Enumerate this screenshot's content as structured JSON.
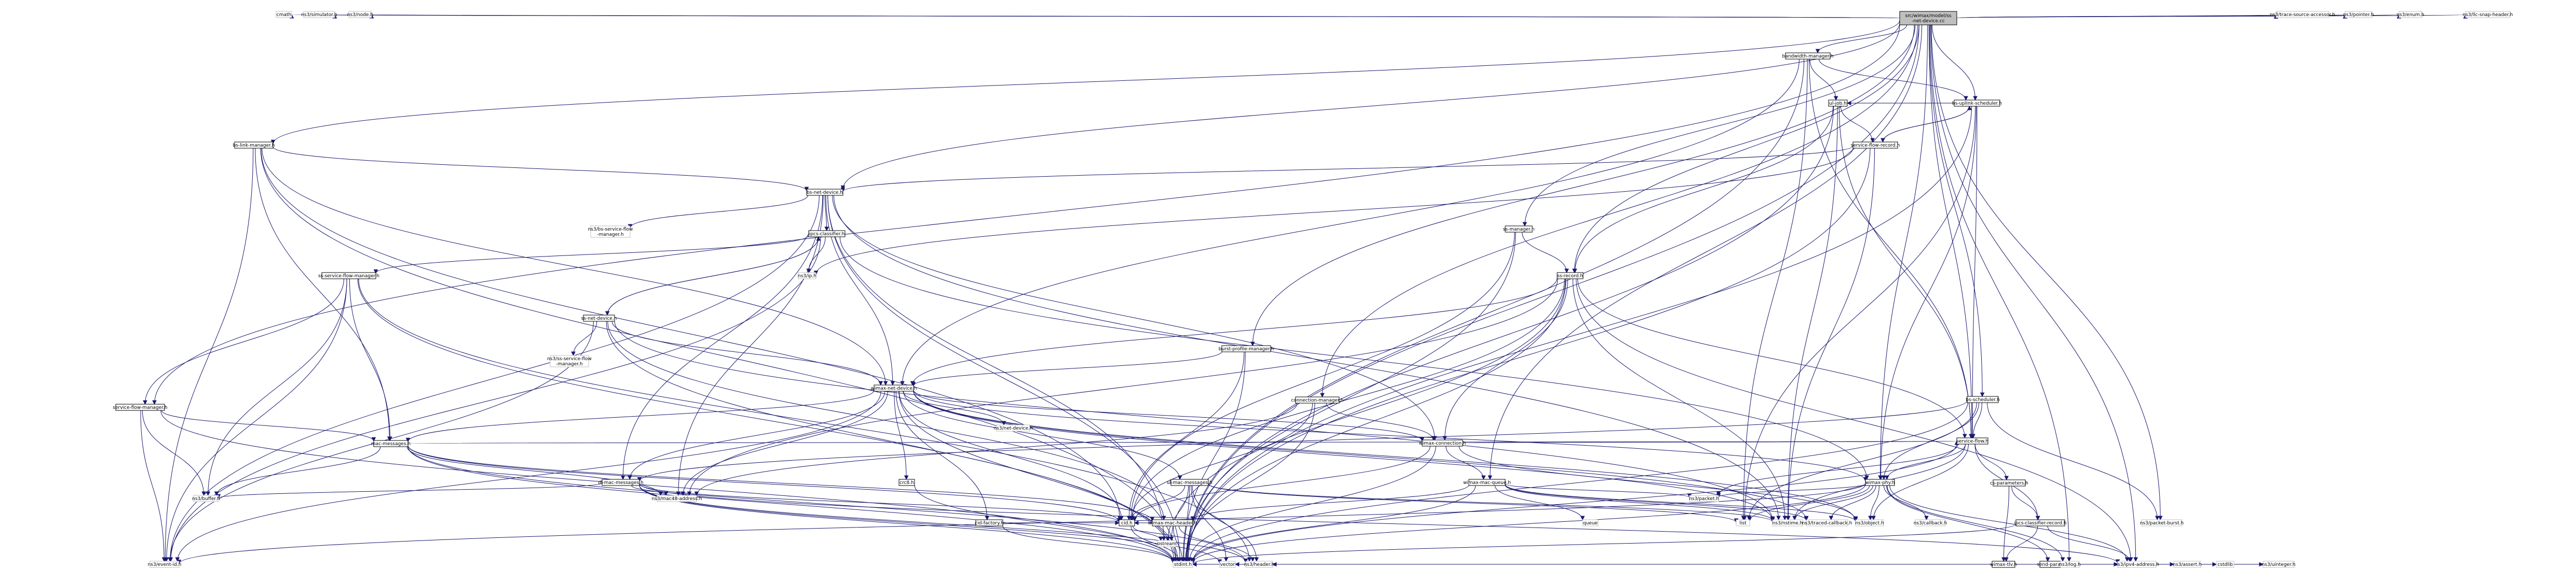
{
  "colors": {
    "edge": "#191970",
    "root_fill": "#bfbfbf",
    "node_fill": "#ffffff",
    "node_stroke": "#000000",
    "external_stroke": "#bfbfbf"
  },
  "nodes": [
    {
      "id": "root",
      "label": [
        "src/wimax/model/ss",
        "-net-device.cc"
      ],
      "kind": "root"
    },
    {
      "id": "cmath",
      "label": [
        "cmath"
      ],
      "kind": "ext"
    },
    {
      "id": "simulator",
      "label": [
        "ns3/simulator.h"
      ],
      "kind": "ext"
    },
    {
      "id": "node",
      "label": [
        "ns3/node.h"
      ],
      "kind": "ext"
    },
    {
      "id": "bwm",
      "label": [
        "bandwidth-manager.h"
      ],
      "kind": "std"
    },
    {
      "id": "bsus",
      "label": [
        "bs-uplink-scheduler.h"
      ],
      "kind": "std"
    },
    {
      "id": "ulj",
      "label": [
        "ul-job.h"
      ],
      "kind": "std"
    },
    {
      "id": "sfr",
      "label": [
        "service-flow-record.h"
      ],
      "kind": "std"
    },
    {
      "id": "bslm",
      "label": [
        "bs-link-manager.h"
      ],
      "kind": "std"
    },
    {
      "id": "bsnd",
      "label": [
        "bs-net-device.h"
      ],
      "kind": "std"
    },
    {
      "id": "bssfm",
      "label": [
        "ns3/bs-service-flow",
        "-manager.h"
      ],
      "kind": "ext"
    },
    {
      "id": "ipcs",
      "label": [
        "ipcs-classifier.h"
      ],
      "kind": "std"
    },
    {
      "id": "ip",
      "label": [
        "ns3/ip.h"
      ],
      "kind": "ext"
    },
    {
      "id": "sssfm",
      "label": [
        "ss-service-flow-manager.h"
      ],
      "kind": "std"
    },
    {
      "id": "ssnd",
      "label": [
        "ss-net-device.h"
      ],
      "kind": "std"
    },
    {
      "id": "sssfm2",
      "label": [
        "ns3/ss-service-flow",
        "-manager.h"
      ],
      "kind": "ext"
    },
    {
      "id": "sfm",
      "label": [
        "service-flow-manager.h"
      ],
      "kind": "std"
    },
    {
      "id": "macm",
      "label": [
        "mac-messages.h"
      ],
      "kind": "std"
    },
    {
      "id": "wnd",
      "label": [
        "wimax-net-device.h"
      ],
      "kind": "std"
    },
    {
      "id": "netdev",
      "label": [
        "ns3/net-device.h"
      ],
      "kind": "ext"
    },
    {
      "id": "dlmm",
      "label": [
        "dl-mac-messages.h"
      ],
      "kind": "std"
    },
    {
      "id": "ulmm",
      "label": [
        "ul-mac-messages.h"
      ],
      "kind": "std"
    },
    {
      "id": "crc",
      "label": [
        "crc8.h"
      ],
      "kind": "std"
    },
    {
      "id": "cidf",
      "label": [
        "cid-factory.h"
      ],
      "kind": "std"
    },
    {
      "id": "wmh",
      "label": [
        "wimax-mac-header.h"
      ],
      "kind": "std"
    },
    {
      "id": "cid",
      "label": [
        "cid.h"
      ],
      "kind": "std"
    },
    {
      "id": "buffer",
      "label": [
        "ns3/buffer.h"
      ],
      "kind": "ext"
    },
    {
      "id": "mac48",
      "label": [
        "ns3/mac48-address.h"
      ],
      "kind": "ext"
    },
    {
      "id": "eventid",
      "label": [
        "ns3/event-id.h"
      ],
      "kind": "ext"
    },
    {
      "id": "bpm",
      "label": [
        "burst-profile-manager.h"
      ],
      "kind": "std"
    },
    {
      "id": "cm",
      "label": [
        "connection-manager.h"
      ],
      "kind": "std"
    },
    {
      "id": "wc",
      "label": [
        "wimax-connection.h"
      ],
      "kind": "std"
    },
    {
      "id": "ssm",
      "label": [
        "ss-manager.h"
      ],
      "kind": "std"
    },
    {
      "id": "ssr",
      "label": [
        "ss-record.h"
      ],
      "kind": "std"
    },
    {
      "id": "wmq",
      "label": [
        "wimax-mac-queue.h"
      ],
      "kind": "std"
    },
    {
      "id": "queue",
      "label": [
        "queue"
      ],
      "kind": "ext"
    },
    {
      "id": "sf",
      "label": [
        "service-flow.h"
      ],
      "kind": "std"
    },
    {
      "id": "bss",
      "label": [
        "bs-scheduler.h"
      ],
      "kind": "std"
    },
    {
      "id": "csp",
      "label": [
        "cs-parameters.h"
      ],
      "kind": "std"
    },
    {
      "id": "ipcr",
      "label": [
        "ipcs-classifier-record.h"
      ],
      "kind": "std"
    },
    {
      "id": "wph",
      "label": [
        "wimax-phy.h"
      ],
      "kind": "std"
    },
    {
      "id": "sendp",
      "label": [
        "send-params.h"
      ],
      "kind": "std"
    },
    {
      "id": "wtlv",
      "label": [
        "wimax-tlv.h"
      ],
      "kind": "std"
    },
    {
      "id": "packet",
      "label": [
        "ns3/packet.h"
      ],
      "kind": "ext"
    },
    {
      "id": "list",
      "label": [
        "list"
      ],
      "kind": "ext"
    },
    {
      "id": "nstime",
      "label": [
        "ns3/nstime.h"
      ],
      "kind": "ext"
    },
    {
      "id": "scb",
      "label": [
        "ns3/traced-callback.h"
      ],
      "kind": "ext"
    },
    {
      "id": "object",
      "label": [
        "ns3/object.h"
      ],
      "kind": "ext"
    },
    {
      "id": "callback",
      "label": [
        "ns3/callback.h"
      ],
      "kind": "ext"
    },
    {
      "id": "ostream",
      "label": [
        "ostream"
      ],
      "kind": "ext"
    },
    {
      "id": "stdint",
      "label": [
        "stdint.h"
      ],
      "kind": "ext"
    },
    {
      "id": "vector",
      "label": [
        "vector"
      ],
      "kind": "ext"
    },
    {
      "id": "header",
      "label": [
        "ns3/header.h"
      ],
      "kind": "ext"
    },
    {
      "id": "log",
      "label": [
        "ns3/log.h"
      ],
      "kind": "ext"
    },
    {
      "id": "ipv4",
      "label": [
        "ns3/ipv4-address.h"
      ],
      "kind": "ext"
    },
    {
      "id": "nsassert",
      "label": [
        "ns3/assert.h"
      ],
      "kind": "ext"
    },
    {
      "id": "cstdlib",
      "label": [
        "cstdlib"
      ],
      "kind": "ext"
    },
    {
      "id": "uinteger",
      "label": [
        "ns3/uinteger.h"
      ],
      "kind": "ext"
    },
    {
      "id": "pburst",
      "label": [
        "ns3/packet-burst.h"
      ],
      "kind": "ext"
    },
    {
      "id": "tracesrc",
      "label": [
        "ns3/trace-source-accessor.h"
      ],
      "kind": "ext"
    },
    {
      "id": "pointer",
      "label": [
        "ns3/pointer.h"
      ],
      "kind": "ext"
    },
    {
      "id": "enum",
      "label": [
        "ns3/enum.h"
      ],
      "kind": "ext"
    },
    {
      "id": "llcsnap",
      "label": [
        "ns3/llc-snap-header.h"
      ],
      "kind": "ext"
    }
  ],
  "edges": [
    [
      "root",
      "cmath"
    ],
    [
      "root",
      "simulator"
    ],
    [
      "root",
      "node"
    ],
    [
      "root",
      "bwm"
    ],
    [
      "root",
      "bsus"
    ],
    [
      "root",
      "bslm"
    ],
    [
      "root",
      "bsnd"
    ],
    [
      "root",
      "sfm"
    ],
    [
      "root",
      "bpm"
    ],
    [
      "root",
      "cm"
    ],
    [
      "root",
      "ssm"
    ],
    [
      "root",
      "ssr"
    ],
    [
      "root",
      "sf"
    ],
    [
      "root",
      "bss"
    ],
    [
      "root",
      "wph"
    ],
    [
      "root",
      "pburst"
    ],
    [
      "root",
      "ipv4"
    ],
    [
      "root",
      "log"
    ],
    [
      "root",
      "tracesrc"
    ],
    [
      "root",
      "pointer"
    ],
    [
      "root",
      "enum"
    ],
    [
      "root",
      "llcsnap"
    ],
    [
      "root",
      "stdint"
    ],
    [
      "root",
      "wmq"
    ],
    [
      "bwm",
      "ulj"
    ],
    [
      "bwm",
      "bsus"
    ],
    [
      "bwm",
      "wnd"
    ],
    [
      "bwm",
      "sf"
    ],
    [
      "bwm",
      "stdint"
    ],
    [
      "bwm",
      "list"
    ],
    [
      "bsus",
      "sfr"
    ],
    [
      "bsus",
      "ulj"
    ],
    [
      "bsus",
      "sf"
    ],
    [
      "bsus",
      "wph"
    ],
    [
      "bsus",
      "stdint"
    ],
    [
      "bsus",
      "list"
    ],
    [
      "ulj",
      "sfr"
    ],
    [
      "ulj",
      "ssr"
    ],
    [
      "ulj",
      "sf"
    ],
    [
      "ulj",
      "stdint"
    ],
    [
      "ulj",
      "nstime"
    ],
    [
      "sfr",
      "bsnd"
    ],
    [
      "sfr",
      "bsus"
    ],
    [
      "sfr",
      "stdint"
    ],
    [
      "sfr",
      "nstime"
    ],
    [
      "sfr",
      "ip"
    ],
    [
      "bslm",
      "bsnd"
    ],
    [
      "bslm",
      "macm"
    ],
    [
      "bslm",
      "wnd"
    ],
    [
      "bslm",
      "eventid"
    ],
    [
      "bslm",
      "stdint"
    ],
    [
      "bslm",
      "cid"
    ],
    [
      "bsnd",
      "bssfm"
    ],
    [
      "bsnd",
      "ipcs"
    ],
    [
      "bsnd",
      "wnd"
    ],
    [
      "bsnd",
      "wc"
    ],
    [
      "bsnd",
      "dlmm"
    ],
    [
      "bsnd",
      "mac48"
    ],
    [
      "bsnd",
      "nstime"
    ],
    [
      "bsnd",
      "eventid"
    ],
    [
      "bsnd",
      "stdint"
    ],
    [
      "bsnd",
      "ostream"
    ],
    [
      "ipcs",
      "ip"
    ],
    [
      "ipcs",
      "sssfm"
    ],
    [
      "ipcs",
      "ssnd"
    ],
    [
      "ipcs",
      "wph"
    ],
    [
      "ipcs",
      "eventid"
    ],
    [
      "sssfm",
      "sfm"
    ],
    [
      "sssfm",
      "macm"
    ],
    [
      "sssfm",
      "buffer"
    ],
    [
      "sssfm",
      "eventid"
    ],
    [
      "sssfm",
      "stdint"
    ],
    [
      "sssfm",
      "header"
    ],
    [
      "ssnd",
      "sssfm2"
    ],
    [
      "ssnd",
      "wnd"
    ],
    [
      "ssnd",
      "wmh"
    ],
    [
      "ssnd",
      "eventid"
    ],
    [
      "ssnd",
      "stdint"
    ],
    [
      "ssnd",
      "nstime"
    ],
    [
      "ssnd",
      "ipcs"
    ],
    [
      "sfm",
      "macm"
    ],
    [
      "sfm",
      "buffer"
    ],
    [
      "sfm",
      "eventid"
    ],
    [
      "sfm",
      "stdint"
    ],
    [
      "macm",
      "wmh"
    ],
    [
      "macm",
      "sf"
    ],
    [
      "macm",
      "buffer"
    ],
    [
      "macm",
      "mac48"
    ],
    [
      "macm",
      "stdint"
    ],
    [
      "macm",
      "header"
    ],
    [
      "macm",
      "cid"
    ],
    [
      "wnd",
      "netdev"
    ],
    [
      "wnd",
      "dlmm"
    ],
    [
      "wnd",
      "ulmm"
    ],
    [
      "wnd",
      "macm"
    ],
    [
      "wnd",
      "cidf"
    ],
    [
      "wnd",
      "wc"
    ],
    [
      "wnd",
      "wph"
    ],
    [
      "wnd",
      "mac48"
    ],
    [
      "wnd",
      "eventid"
    ],
    [
      "wnd",
      "scb"
    ],
    [
      "wnd",
      "nstime"
    ],
    [
      "wnd",
      "object"
    ],
    [
      "wnd",
      "stdint"
    ],
    [
      "wnd",
      "crc"
    ],
    [
      "wnd",
      "cid"
    ],
    [
      "dlmm",
      "cid"
    ],
    [
      "dlmm",
      "buffer"
    ],
    [
      "dlmm",
      "mac48"
    ],
    [
      "dlmm",
      "header"
    ],
    [
      "dlmm",
      "stdint"
    ],
    [
      "dlmm",
      "vector"
    ],
    [
      "dlmm",
      "ipv4"
    ],
    [
      "ulmm",
      "cid"
    ],
    [
      "ulmm",
      "header"
    ],
    [
      "ulmm",
      "stdint"
    ],
    [
      "ulmm",
      "vector"
    ],
    [
      "ulmm",
      "ostream"
    ],
    [
      "ulmm",
      "list"
    ],
    [
      "ulmm",
      "nstime"
    ],
    [
      "crc",
      "stdint"
    ],
    [
      "cidf",
      "cid"
    ],
    [
      "cidf",
      "stdint"
    ],
    [
      "wmh",
      "cid"
    ],
    [
      "wmh",
      "header"
    ],
    [
      "wmh",
      "stdint"
    ],
    [
      "cid",
      "stdint"
    ],
    [
      "cid",
      "ostream"
    ],
    [
      "bpm",
      "wnd"
    ],
    [
      "bpm",
      "cid"
    ],
    [
      "bpm",
      "stdint"
    ],
    [
      "cm",
      "wc"
    ],
    [
      "cm",
      "cid"
    ],
    [
      "cm",
      "mac48"
    ],
    [
      "cm",
      "stdint"
    ],
    [
      "wc",
      "wmq"
    ],
    [
      "wc",
      "sf"
    ],
    [
      "wc",
      "cid"
    ],
    [
      "wc",
      "object"
    ],
    [
      "wc",
      "stdint"
    ],
    [
      "ssm",
      "ssr"
    ],
    [
      "ssm",
      "cid"
    ],
    [
      "ssm",
      "stdint"
    ],
    [
      "ssr",
      "wnd"
    ],
    [
      "ssr",
      "wc"
    ],
    [
      "ssr",
      "sf"
    ],
    [
      "ssr",
      "mac48"
    ],
    [
      "ssr",
      "ipv4"
    ],
    [
      "ssr",
      "stdint"
    ],
    [
      "ssr",
      "ostream"
    ],
    [
      "ssr",
      "nstime"
    ],
    [
      "ssr",
      "cid"
    ],
    [
      "wmq",
      "queue"
    ],
    [
      "wmq",
      "wmh"
    ],
    [
      "wmq",
      "packet"
    ],
    [
      "wmq",
      "object"
    ],
    [
      "wmq",
      "scb"
    ],
    [
      "wmq",
      "nstime"
    ],
    [
      "wmq",
      "stdint"
    ],
    [
      "sf",
      "csp"
    ],
    [
      "sf",
      "ipcr"
    ],
    [
      "sf",
      "wph"
    ],
    [
      "sf",
      "stdint"
    ],
    [
      "sf",
      "object"
    ],
    [
      "sf",
      "nstime"
    ],
    [
      "sf",
      "packet"
    ],
    [
      "bss",
      "sf"
    ],
    [
      "bss",
      "wph"
    ],
    [
      "bss",
      "list"
    ],
    [
      "bss",
      "stdint"
    ],
    [
      "bss",
      "pburst"
    ],
    [
      "bss",
      "dlmm"
    ],
    [
      "csp",
      "ipcr"
    ],
    [
      "csp",
      "wtlv"
    ],
    [
      "ipcr",
      "wtlv"
    ],
    [
      "ipcr",
      "ipv4"
    ],
    [
      "ipcr",
      "stdint"
    ],
    [
      "wph",
      "sendp"
    ],
    [
      "wph",
      "callback"
    ],
    [
      "wph",
      "nstime"
    ],
    [
      "wph",
      "scb"
    ],
    [
      "wph",
      "object"
    ],
    [
      "wph",
      "eventid"
    ],
    [
      "wph",
      "log"
    ],
    [
      "wph",
      "stdint"
    ],
    [
      "wph",
      "list"
    ],
    [
      "wph",
      "packet"
    ],
    [
      "wph",
      "ipv4"
    ],
    [
      "sendp",
      "stdint"
    ],
    [
      "sendp",
      "log"
    ],
    [
      "wtlv",
      "stdint"
    ],
    [
      "wtlv",
      "header"
    ],
    [
      "wtlv",
      "vector"
    ],
    [
      "wtlv",
      "ipv4"
    ],
    [
      "wtlv",
      "uinteger"
    ],
    [
      "wtlv",
      "nsassert"
    ],
    [
      "wtlv",
      "cstdlib"
    ],
    [
      "wtlv",
      "log"
    ]
  ]
}
